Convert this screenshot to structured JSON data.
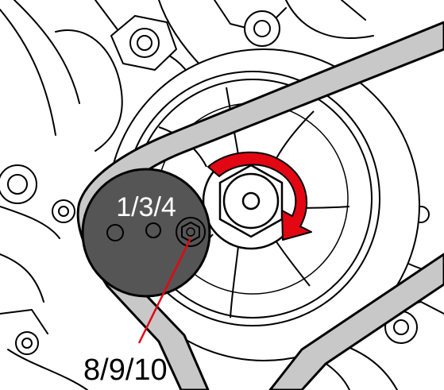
{
  "diagram": {
    "labels": {
      "hole_callout": "1/3/4",
      "pointer_callout": "8/9/10"
    },
    "colors": {
      "line": "#000000",
      "background": "#ffffff",
      "belt_gray": "#c8c8c8",
      "tool_disc": "#555555",
      "rotation_arrow": "#e30613",
      "pointer_line": "#e30613"
    },
    "icons": {
      "rotation": "clockwise-rotation-arrow",
      "pointer": "leader-line"
    }
  }
}
